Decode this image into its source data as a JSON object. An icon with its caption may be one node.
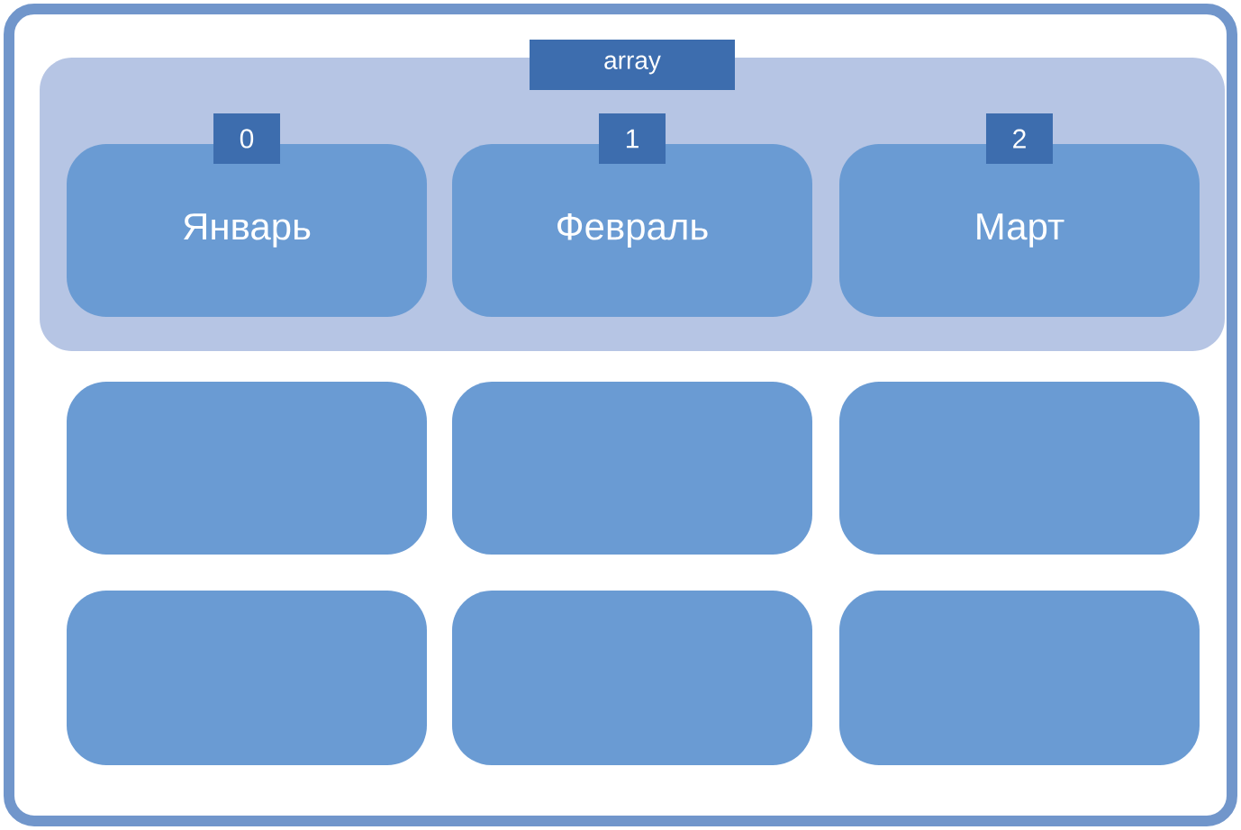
{
  "diagram": {
    "nodes": [
      {
        "text": [],
        "shape": "box"
      },
      {
        "text": [
          "array"
        ],
        "in": 0
      },
      {
        "text": [
          "0",
          "Январь"
        ],
        "in": 1
      },
      {
        "text": [
          "1",
          "Февраль"
        ],
        "in": 1
      },
      {
        "text": [
          "2",
          "Март"
        ],
        "in": 1
      },
      {
        "text": [],
        "shape": "box",
        "in": 0
      },
      {
        "text": [],
        "shape": "box",
        "in": 0
      },
      {
        "text": [],
        "shape": "box",
        "in": 0
      },
      {
        "text": [],
        "shape": "box",
        "in": 0
      },
      {
        "text": [],
        "shape": "box",
        "in": 0
      },
      {
        "text": [],
        "shape": "box",
        "in": 0
      }
    ]
  }
}
